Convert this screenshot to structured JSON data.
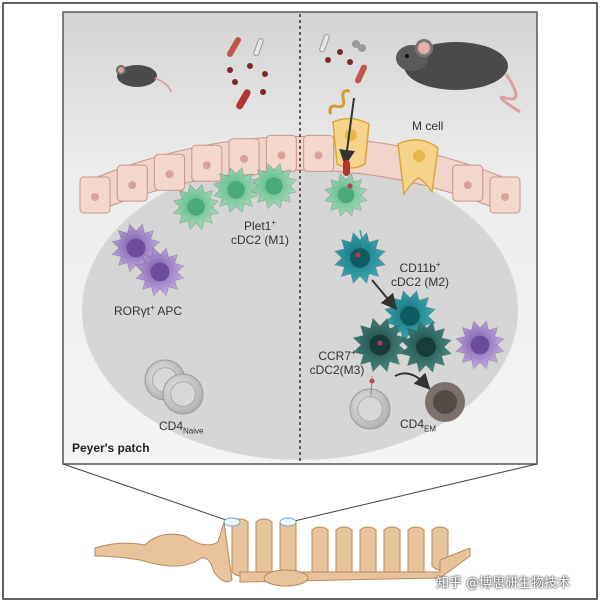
{
  "labels": {
    "m_cell": "M cell",
    "plet1": {
      "main": "Plet1",
      "sup": "+",
      "line2": "cDC2 (M1)"
    },
    "cd11b": {
      "main": "CD11b",
      "sup": "+",
      "line2": "cDC2 (M2)"
    },
    "rorgt": {
      "main": "RORγt",
      "sup": "+",
      "rest": " APC"
    },
    "ccr7": {
      "main": "CCR7",
      "sup": "+",
      "line2": "cDC2(M3)"
    },
    "cd4_naive": {
      "main": "CD4",
      "sub": "Naive"
    },
    "cd4_em": {
      "main": "CD4",
      "sub": "EM"
    },
    "peyers_patch": "Peyer's patch"
  },
  "watermark": "知乎 @博思研生物技术",
  "colors": {
    "panel_bg": "#e9e9e9",
    "patch_dome": "#d9d9d9",
    "epithelium": "#f0d2c8",
    "green_dc": "#8fd1a8",
    "teal_dc": "#2e9aa5",
    "dark_teal_dc": "#2f6d68",
    "purple_apc": "#b9a0d8",
    "m_cell": "#f6d48a",
    "intestine": "#e8c39c"
  },
  "icons": [
    "mouse-icon",
    "bacteria-icon",
    "arrow-icon"
  ]
}
